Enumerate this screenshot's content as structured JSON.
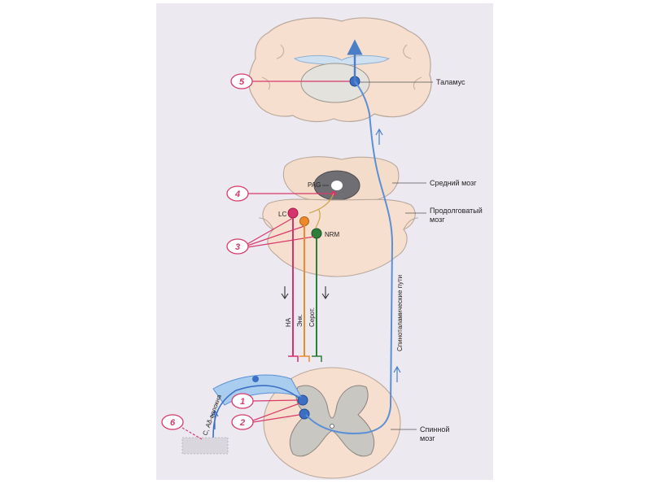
{
  "labels": {
    "thalamus": "Таламус",
    "midbrain": "Средний мозг",
    "medulla_line1": "Продолговатый",
    "medulla_line2": "мозг",
    "pag": "PAG",
    "lc": "LC",
    "nrm": "NRM",
    "spinothalamic": "Спиноталамические пути",
    "tract_na": "НА",
    "tract_enk": "Энк.",
    "tract_serot": "Серот.",
    "spinal_line1": "Спинной",
    "spinal_line2": "мозг",
    "fiber": "С, Аδ-волокна"
  },
  "markers": [
    "1",
    "2",
    "3",
    "4",
    "5",
    "6"
  ],
  "colors": {
    "page": "#ede9f0",
    "tissue": "#f6dfcf",
    "ascending_path": "#5b8fd6",
    "pink_marker": "#d83a6a",
    "noradrenaline": "#d6336c",
    "enkephalin": "#ee8a2a",
    "serotonin": "#2e7d3a"
  }
}
